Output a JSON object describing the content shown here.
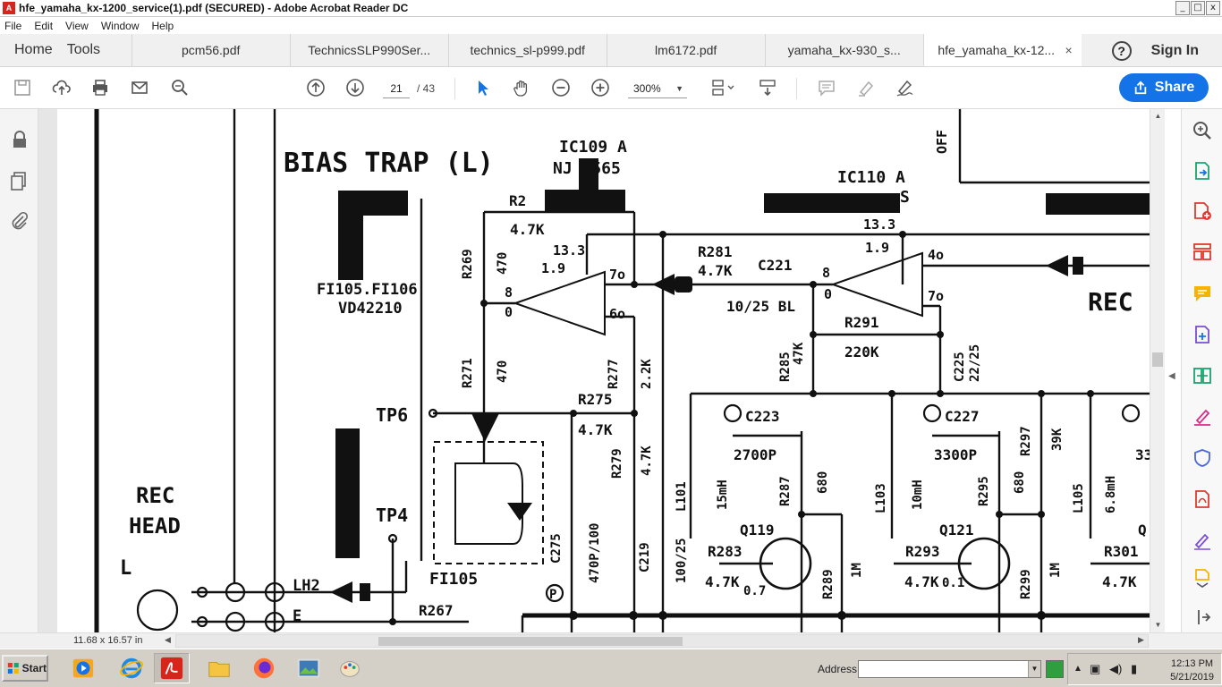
{
  "window": {
    "title": "hfe_yamaha_kx-1200_service(1).pdf (SECURED) - Adobe Acrobat Reader DC",
    "controls": [
      "_",
      "□",
      "x"
    ]
  },
  "menu": [
    "File",
    "Edit",
    "View",
    "Window",
    "Help"
  ],
  "tabs": {
    "home": "Home",
    "tools": "Tools",
    "docs": [
      {
        "label": "pcm56.pdf"
      },
      {
        "label": "TechnicsSLP990Ser..."
      },
      {
        "label": "technics_sl-p999.pdf"
      },
      {
        "label": "lm6172.pdf"
      },
      {
        "label": "yamaha_kx-930_s..."
      },
      {
        "label": "hfe_yamaha_kx-12...",
        "close": "×"
      }
    ],
    "help": "?",
    "signin": "Sign In"
  },
  "toolbar": {
    "page_current": "21",
    "page_total": "/ 43",
    "zoom": "300%",
    "share": "Share"
  },
  "schematic": {
    "bias_trap": "BIAS TRAP (L)",
    "ic109": "IC109 A",
    "ic109_part": "NJ  5565",
    "ic110": "IC110 A",
    "ic110_part": "  S",
    "fi105_label": "FI105.FI106",
    "vd_label": "VD42210",
    "rec_head_1": "REC",
    "rec_head_2": "HEAD",
    "l_label": "L",
    "lh2": "LH2",
    "e": "E",
    "tp6": "TP6",
    "tp4": "TP4",
    "fi105_box": "FI105",
    "r2": "R2",
    "r2_val": "4.7K",
    "v13_3a": "13.3",
    "v1_9a": "1.9",
    "v13_3b": "13.3",
    "v1_9b": "1.9",
    "r269": "R269",
    "r269_val": "470",
    "pin8a": "8",
    "pin0a": "0",
    "pin7oa": "7o",
    "pin6o": "6o",
    "r271": "R271",
    "r271_val": "470",
    "r275": "R275",
    "r275_val": "4.7K",
    "r277": "R277",
    "r277_val": "2.2K",
    "r279": "R279",
    "r279_val": "4.7K",
    "r281": "R281",
    "r281_val": "4.7K",
    "c221": "C221",
    "c221_val": "10/25  BL",
    "pin8b": "8",
    "pin0b": "0",
    "pin4o": "4o",
    "pin7ob": "7o",
    "rec": "REC",
    "r291": "R291",
    "r291_val": "220K",
    "r285": "R285",
    "r285_val": "47K",
    "c225": "C225",
    "c225_val": "22/25",
    "c223": "C223",
    "c223_val": "2700P",
    "c227": "C227",
    "c227_val": "3300P",
    "l101": "L101",
    "l101_val": "15mH",
    "l103": "L103",
    "l103_val": "10mH",
    "l105": "L105",
    "l105_val": "6.8mH",
    "r287": "R287",
    "r287_val": "680",
    "r295": "R295",
    "r295_val": "680",
    "r297": "R297",
    "r297_val": "39K",
    "q119": "Q119",
    "q121": "Q121",
    "q_cut": "Q",
    "r283": "R283",
    "r283_val": "4.7K",
    "v0_7": "0.7",
    "r289": "R289",
    "r289_val": "1M",
    "r293": "R293",
    "r293_val": "4.7K",
    "v0_1": "0.1",
    "r299": "R299",
    "r299_val": "1M",
    "r301": "R301",
    "r301_val": "4.7K",
    "c275": "C275",
    "c275_val": "470P/100",
    "c219": "C219",
    "c219_val": "100/25",
    "r267": "R267",
    "p_mark": "P",
    "off": "OFF",
    "cut33": "33"
  },
  "status": {
    "page_size": "11.68 x 16.57 in"
  },
  "taskbar": {
    "start": "Start",
    "address": "Address",
    "time": "12:13 PM",
    "date": "5/21/2019"
  },
  "colors": {
    "accent": "#1473e6",
    "acrobat_red": "#d8251b"
  }
}
